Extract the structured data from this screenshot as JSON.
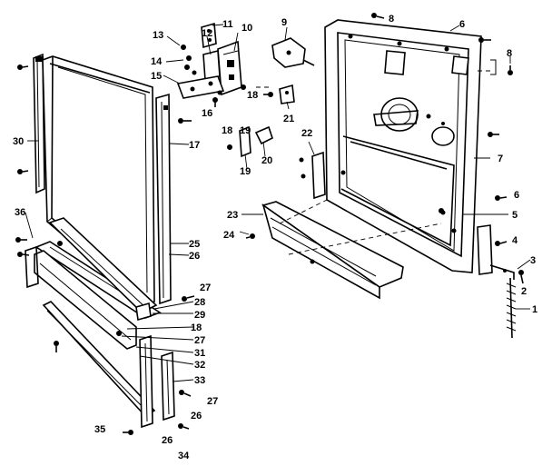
{
  "callouts": [
    {
      "id": "c1",
      "text": "1"
    },
    {
      "id": "c2",
      "text": "2"
    },
    {
      "id": "c3",
      "text": "3"
    },
    {
      "id": "c4",
      "text": "4"
    },
    {
      "id": "c5",
      "text": "5"
    },
    {
      "id": "c6a",
      "text": "6"
    },
    {
      "id": "c6b",
      "text": "6"
    },
    {
      "id": "c7",
      "text": "7"
    },
    {
      "id": "c8a",
      "text": "8"
    },
    {
      "id": "c8b",
      "text": "8"
    },
    {
      "id": "c9",
      "text": "9"
    },
    {
      "id": "c10",
      "text": "10"
    },
    {
      "id": "c11",
      "text": "11"
    },
    {
      "id": "c12",
      "text": "12"
    },
    {
      "id": "c13",
      "text": "13"
    },
    {
      "id": "c14",
      "text": "14"
    },
    {
      "id": "c15",
      "text": "15"
    },
    {
      "id": "c16",
      "text": "16"
    },
    {
      "id": "c17",
      "text": "17"
    },
    {
      "id": "c18a",
      "text": "18"
    },
    {
      "id": "c18b",
      "text": "18"
    },
    {
      "id": "c18c",
      "text": "18"
    },
    {
      "id": "c19a",
      "text": "19"
    },
    {
      "id": "c19b",
      "text": "19"
    },
    {
      "id": "c20",
      "text": "20"
    },
    {
      "id": "c21",
      "text": "21"
    },
    {
      "id": "c22",
      "text": "22"
    },
    {
      "id": "c23",
      "text": "23"
    },
    {
      "id": "c24",
      "text": "24"
    },
    {
      "id": "c25",
      "text": "25"
    },
    {
      "id": "c26a",
      "text": "26"
    },
    {
      "id": "c26b",
      "text": "26"
    },
    {
      "id": "c26c",
      "text": "26"
    },
    {
      "id": "c27a",
      "text": "27"
    },
    {
      "id": "c27b",
      "text": "27"
    },
    {
      "id": "c27c",
      "text": "27"
    },
    {
      "id": "c28",
      "text": "28"
    },
    {
      "id": "c29",
      "text": "29"
    },
    {
      "id": "c30",
      "text": "30"
    },
    {
      "id": "c31",
      "text": "31"
    },
    {
      "id": "c32",
      "text": "32"
    },
    {
      "id": "c33",
      "text": "33"
    },
    {
      "id": "c34",
      "text": "34"
    },
    {
      "id": "c35",
      "text": "35"
    },
    {
      "id": "c36",
      "text": "36"
    }
  ]
}
